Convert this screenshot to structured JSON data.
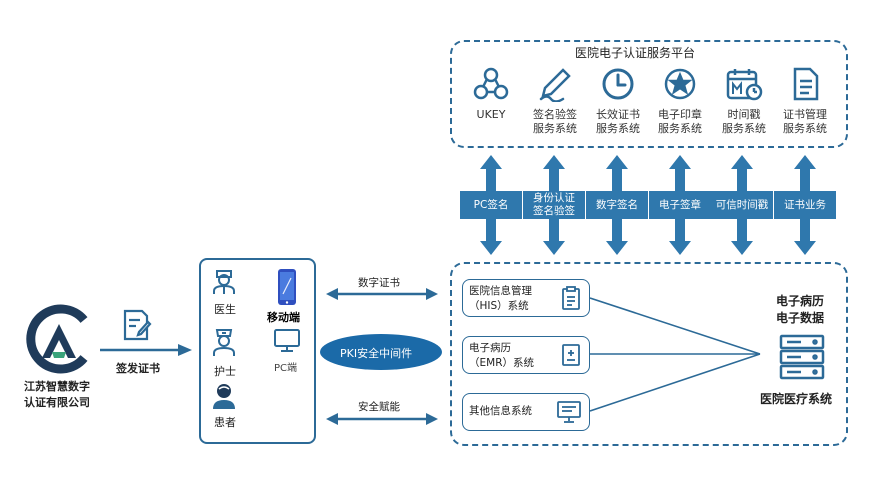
{
  "platform": {
    "title": "医院电子认证服务平台",
    "services": [
      {
        "line1": "UKEY",
        "line2": "",
        "icon": "people-network-icon"
      },
      {
        "line1": "签名验签",
        "line2": "服务系统",
        "icon": "pen-signature-icon"
      },
      {
        "line1": "长效证书",
        "line2": "服务系统",
        "icon": "clock-icon"
      },
      {
        "line1": "电子印章",
        "line2": "服务系统",
        "icon": "seal-stamp-icon"
      },
      {
        "line1": "时间戳",
        "line2": "服务系统",
        "icon": "calendar-clock-icon"
      },
      {
        "line1": "证书管理",
        "line2": "服务系统",
        "icon": "document-icon"
      }
    ]
  },
  "columns": [
    {
      "line1": "PC签名",
      "line2": ""
    },
    {
      "line1": "身份认证",
      "line2": "签名验签"
    },
    {
      "line1": "数字签名",
      "line2": ""
    },
    {
      "line1": "电子签章",
      "line2": ""
    },
    {
      "line1": "可信时间戳",
      "line2": ""
    },
    {
      "line1": "证书业务",
      "line2": ""
    }
  ],
  "company": {
    "line1": "江苏智慧数字",
    "line2": "认证有限公司",
    "icon": "ca-logo-icon"
  },
  "issue": {
    "label": "签发证书",
    "icon": "certificate-edit-icon"
  },
  "users": {
    "doctor": "医生",
    "nurse": "护士",
    "patient": "患者",
    "mobile": "移动端",
    "pc": "PC端"
  },
  "links": {
    "top": "数字证书",
    "middle": "PKI安全中间件",
    "bottom": "安全赋能"
  },
  "hospital": {
    "systems": [
      {
        "line1": "医院信息管理",
        "line2": "（HIS）系统",
        "icon": "clipboard-icon"
      },
      {
        "line1": "电子病历",
        "line2": "（EMR）系统",
        "icon": "medical-record-icon"
      },
      {
        "line1": "其他信息系统",
        "line2": "",
        "icon": "monitor-icon"
      }
    ],
    "emr_line1": "电子病历",
    "emr_line2": "电子数据",
    "system_name": "医院医疗系统",
    "server_icon": "server-icon"
  },
  "colors": {
    "primary": "#2c6a97",
    "accent": "#2f78ad",
    "ellipse": "#1b6aa8"
  }
}
